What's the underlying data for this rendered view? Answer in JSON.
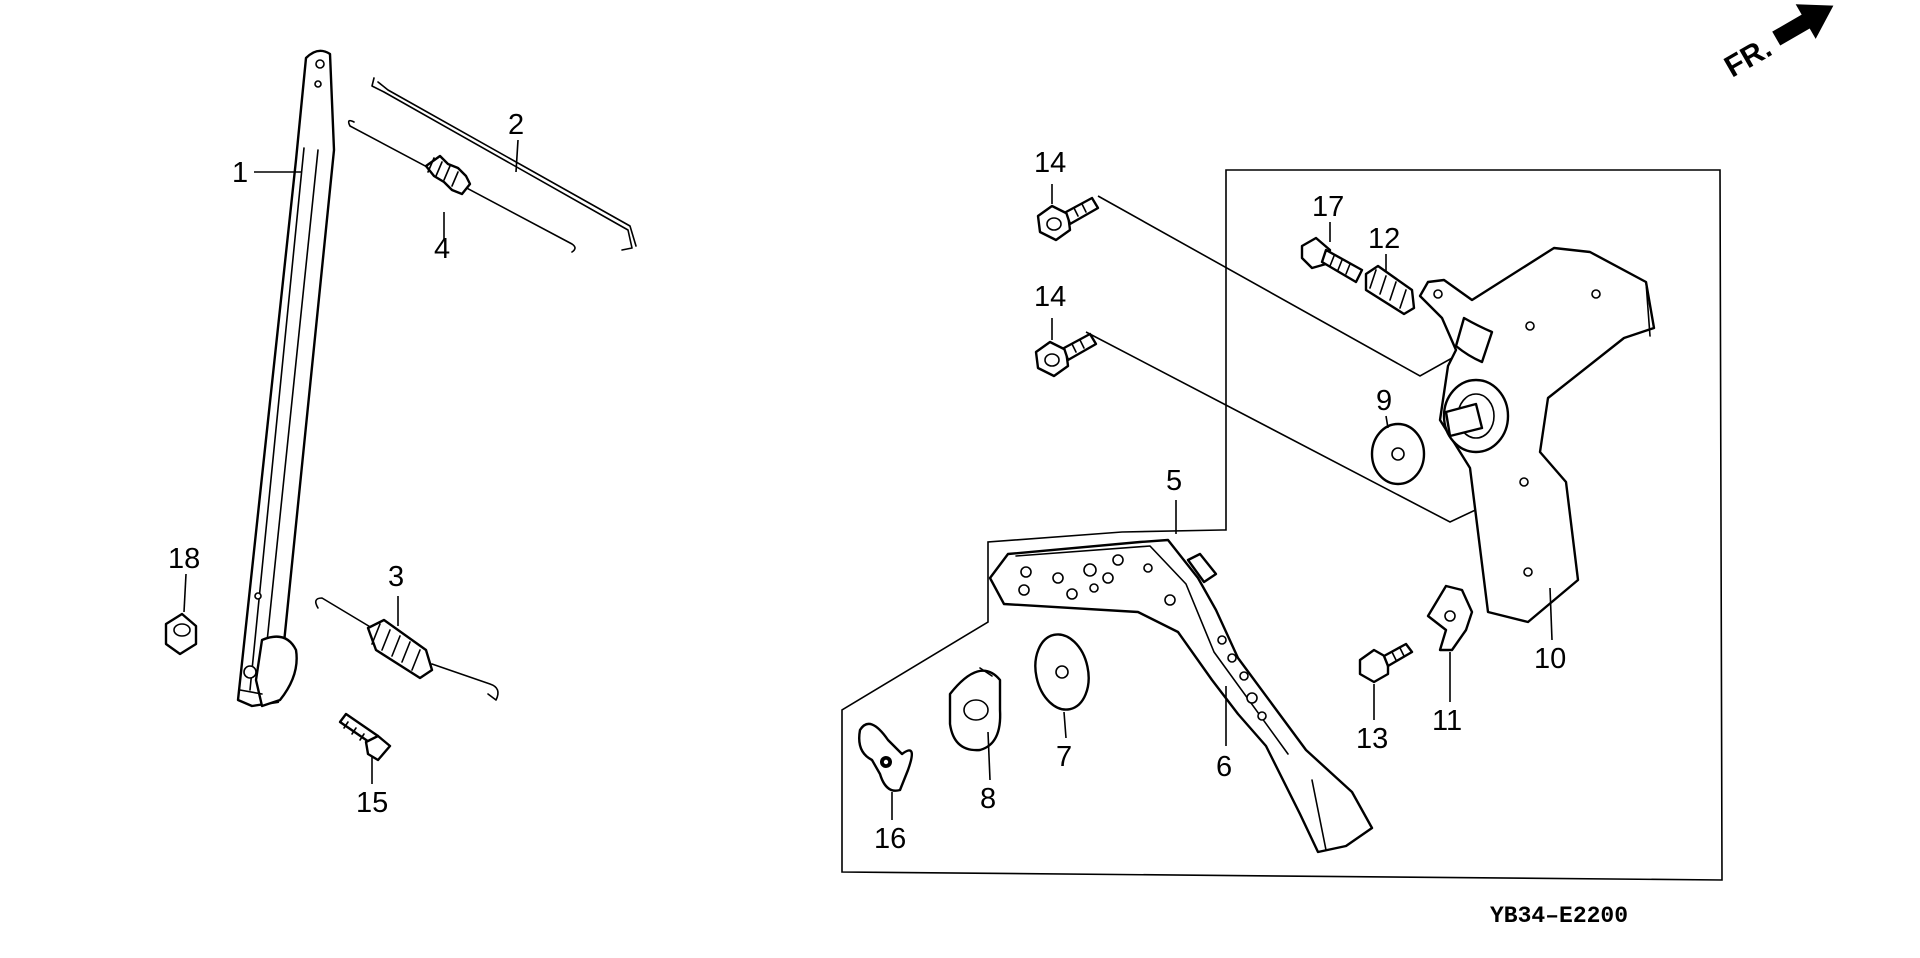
{
  "diagram": {
    "code": "YB34–E2200",
    "direction_label": "FR.",
    "direction_icon": "arrow-icon",
    "callouts": {
      "p1": "1",
      "p2": "2",
      "p3": "3",
      "p4": "4",
      "p5": "5",
      "p6": "6",
      "p7": "7",
      "p8": "8",
      "p9": "9",
      "p10": "10",
      "p11": "11",
      "p12": "12",
      "p13": "13",
      "p14a": "14",
      "p14b": "14",
      "p15": "15",
      "p16": "16",
      "p17": "17",
      "p18": "18"
    }
  }
}
